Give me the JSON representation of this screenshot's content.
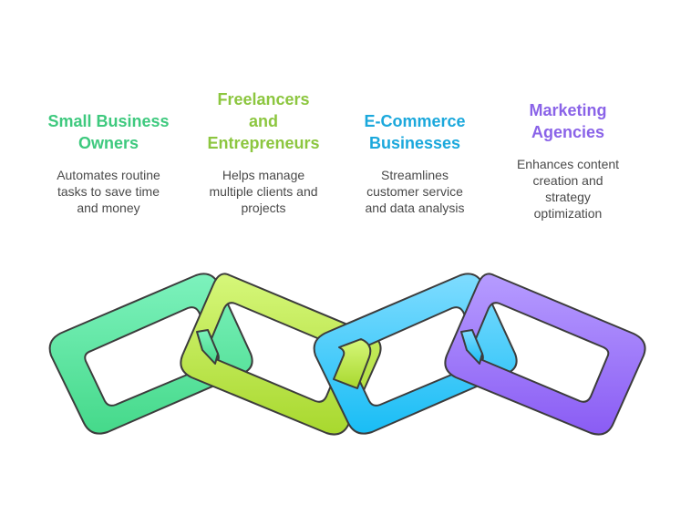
{
  "columns": [
    {
      "title_lines": [
        "Small Business",
        "Owners"
      ],
      "desc_lines": [
        "Automates routine",
        "tasks to save time",
        "and money"
      ],
      "color": "#3ec97e"
    },
    {
      "title_lines": [
        "Freelancers",
        "and",
        "Entrepreneurs"
      ],
      "desc_lines": [
        "Helps manage",
        "multiple clients and",
        "projects"
      ],
      "color": "#8cc63f"
    },
    {
      "title_lines": [
        "E-Commerce",
        "Businesses"
      ],
      "desc_lines": [
        "Streamlines",
        "customer service",
        "and data analysis"
      ],
      "color": "#1ba8dc"
    },
    {
      "title_lines": [
        "Marketing",
        "Agencies"
      ],
      "desc_lines": [
        "Enhances content",
        "creation and",
        "strategy",
        "optimization"
      ],
      "color": "#8a63e8"
    }
  ],
  "chain_colors": {
    "green": [
      "#7df2bd",
      "#45d98a"
    ],
    "lime": [
      "#d6f77a",
      "#a8d82e"
    ],
    "blue": [
      "#7fdcff",
      "#19bdf5"
    ],
    "purple": [
      "#b69cff",
      "#8a5cf4"
    ],
    "outline": "#3c3c3c"
  }
}
